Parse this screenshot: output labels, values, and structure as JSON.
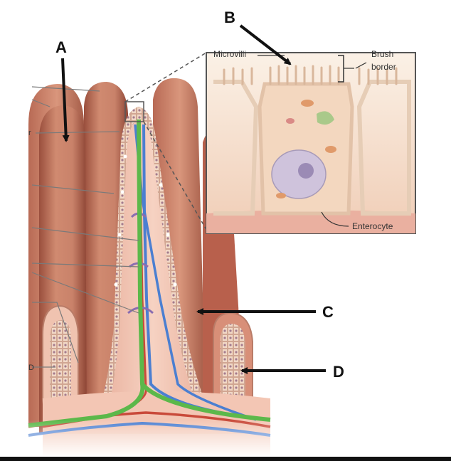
{
  "labels": {
    "a": "A",
    "b": "B",
    "c": "C",
    "d": "D"
  },
  "inset": {
    "microvilli_label": "Microvilli",
    "brush_border_label_1": "Brush",
    "brush_border_label_2": "border",
    "enterocyte_label": "Enterocyte"
  },
  "left_labels": {
    "r_fragment": "r",
    "d_fragment": "D"
  },
  "colors": {
    "villus_main": "#c9826a",
    "villus_dark": "#9a4f3d",
    "lamina": "#f2c4b0",
    "epithelium": "#efd3c0",
    "lacteal": "#5cb84a",
    "vein": "#4b7fd1",
    "artery": "#c94a3a",
    "inset_bg": "#f3dcc6",
    "arrow": "#111111"
  }
}
